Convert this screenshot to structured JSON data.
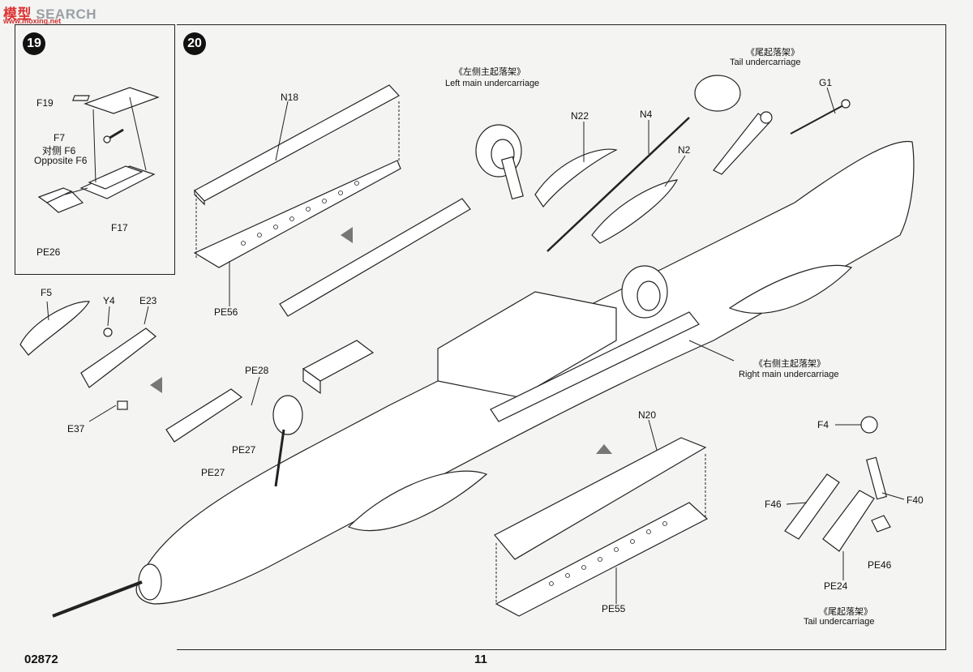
{
  "watermark": {
    "brand_prefix": "模型",
    "brand_suffix": "SEARCH",
    "url": "www.moxing.net"
  },
  "steps": {
    "step19": "19",
    "step20": "20"
  },
  "step19_labels": {
    "f19": "F19",
    "f7": "F7",
    "opp_cn": "对侧 F6",
    "opp_en": "Opposite F6",
    "f17": "F17",
    "pe26": "PE26"
  },
  "step20_labels": {
    "n18": "N18",
    "pe56": "PE56",
    "n22": "N22",
    "n4": "N4",
    "n2": "N2",
    "g1": "G1",
    "f5": "F5",
    "y4": "Y4",
    "e23": "E23",
    "e37": "E37",
    "pe28": "PE28",
    "pe27a": "PE27",
    "pe27b": "PE27",
    "n20": "N20",
    "pe55": "PE55",
    "f4": "F4",
    "f40": "F40",
    "f46": "F46",
    "pe46": "PE46",
    "pe24": "PE24"
  },
  "captions": {
    "left_main_cn": "《左侧主起落架》",
    "left_main_en": "Left main undercarriage",
    "tail_top_cn": "《尾起落架》",
    "tail_top_en": "Tail undercarriage",
    "right_main_cn": "《右侧主起落架》",
    "right_main_en": "Right main undercarriage",
    "tail_bottom_cn": "《尾起落架》",
    "tail_bottom_en": "Tail undercarriage"
  },
  "footer": {
    "code": "02872",
    "page": "11"
  }
}
